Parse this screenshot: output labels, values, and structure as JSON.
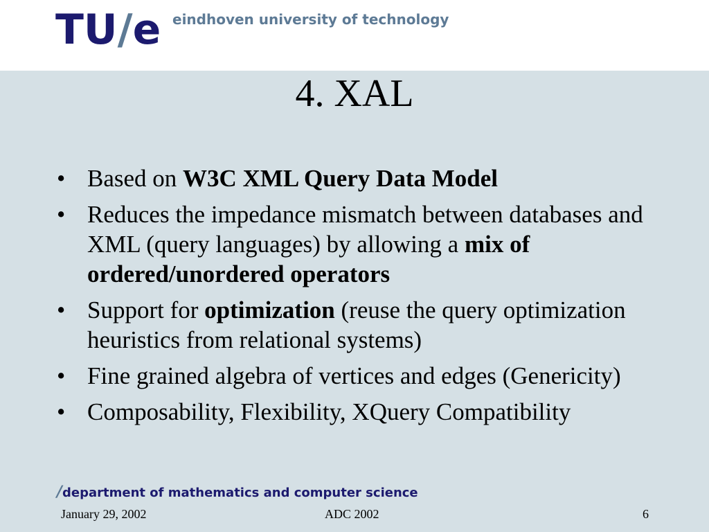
{
  "header": {
    "logo_tu": "TU",
    "logo_slash": "/",
    "logo_e": "e",
    "university": "eindhoven university of technology"
  },
  "slide": {
    "title": "4. XAL",
    "bullet_symbol": "•",
    "bullets": [
      {
        "pre": "Based on ",
        "bold": "W3C XML Query Data Model",
        "post": ""
      },
      {
        "pre": "Reduces the impedance mismatch between databases and XML (query languages) by allowing a ",
        "bold": "mix of ordered/unordered operators",
        "post": ""
      },
      {
        "pre": "Support for ",
        "bold": "optimization",
        "post": " (reuse the query optimization heuristics from relational systems)"
      },
      {
        "pre": "Fine grained algebra of vertices and edges (Genericity)",
        "bold": "",
        "post": ""
      },
      {
        "pre": "Composability, Flexibility, XQuery Compatibility",
        "bold": "",
        "post": ""
      }
    ]
  },
  "footer": {
    "dept_slash": "/",
    "department": "department of mathematics and computer science",
    "date": "January 29, 2002",
    "event": "ADC 2002",
    "page": "6"
  },
  "colors": {
    "brand_dark": "#1c1a6e",
    "brand_light": "#5d7a95",
    "content_bg": "#d5e0e5"
  }
}
